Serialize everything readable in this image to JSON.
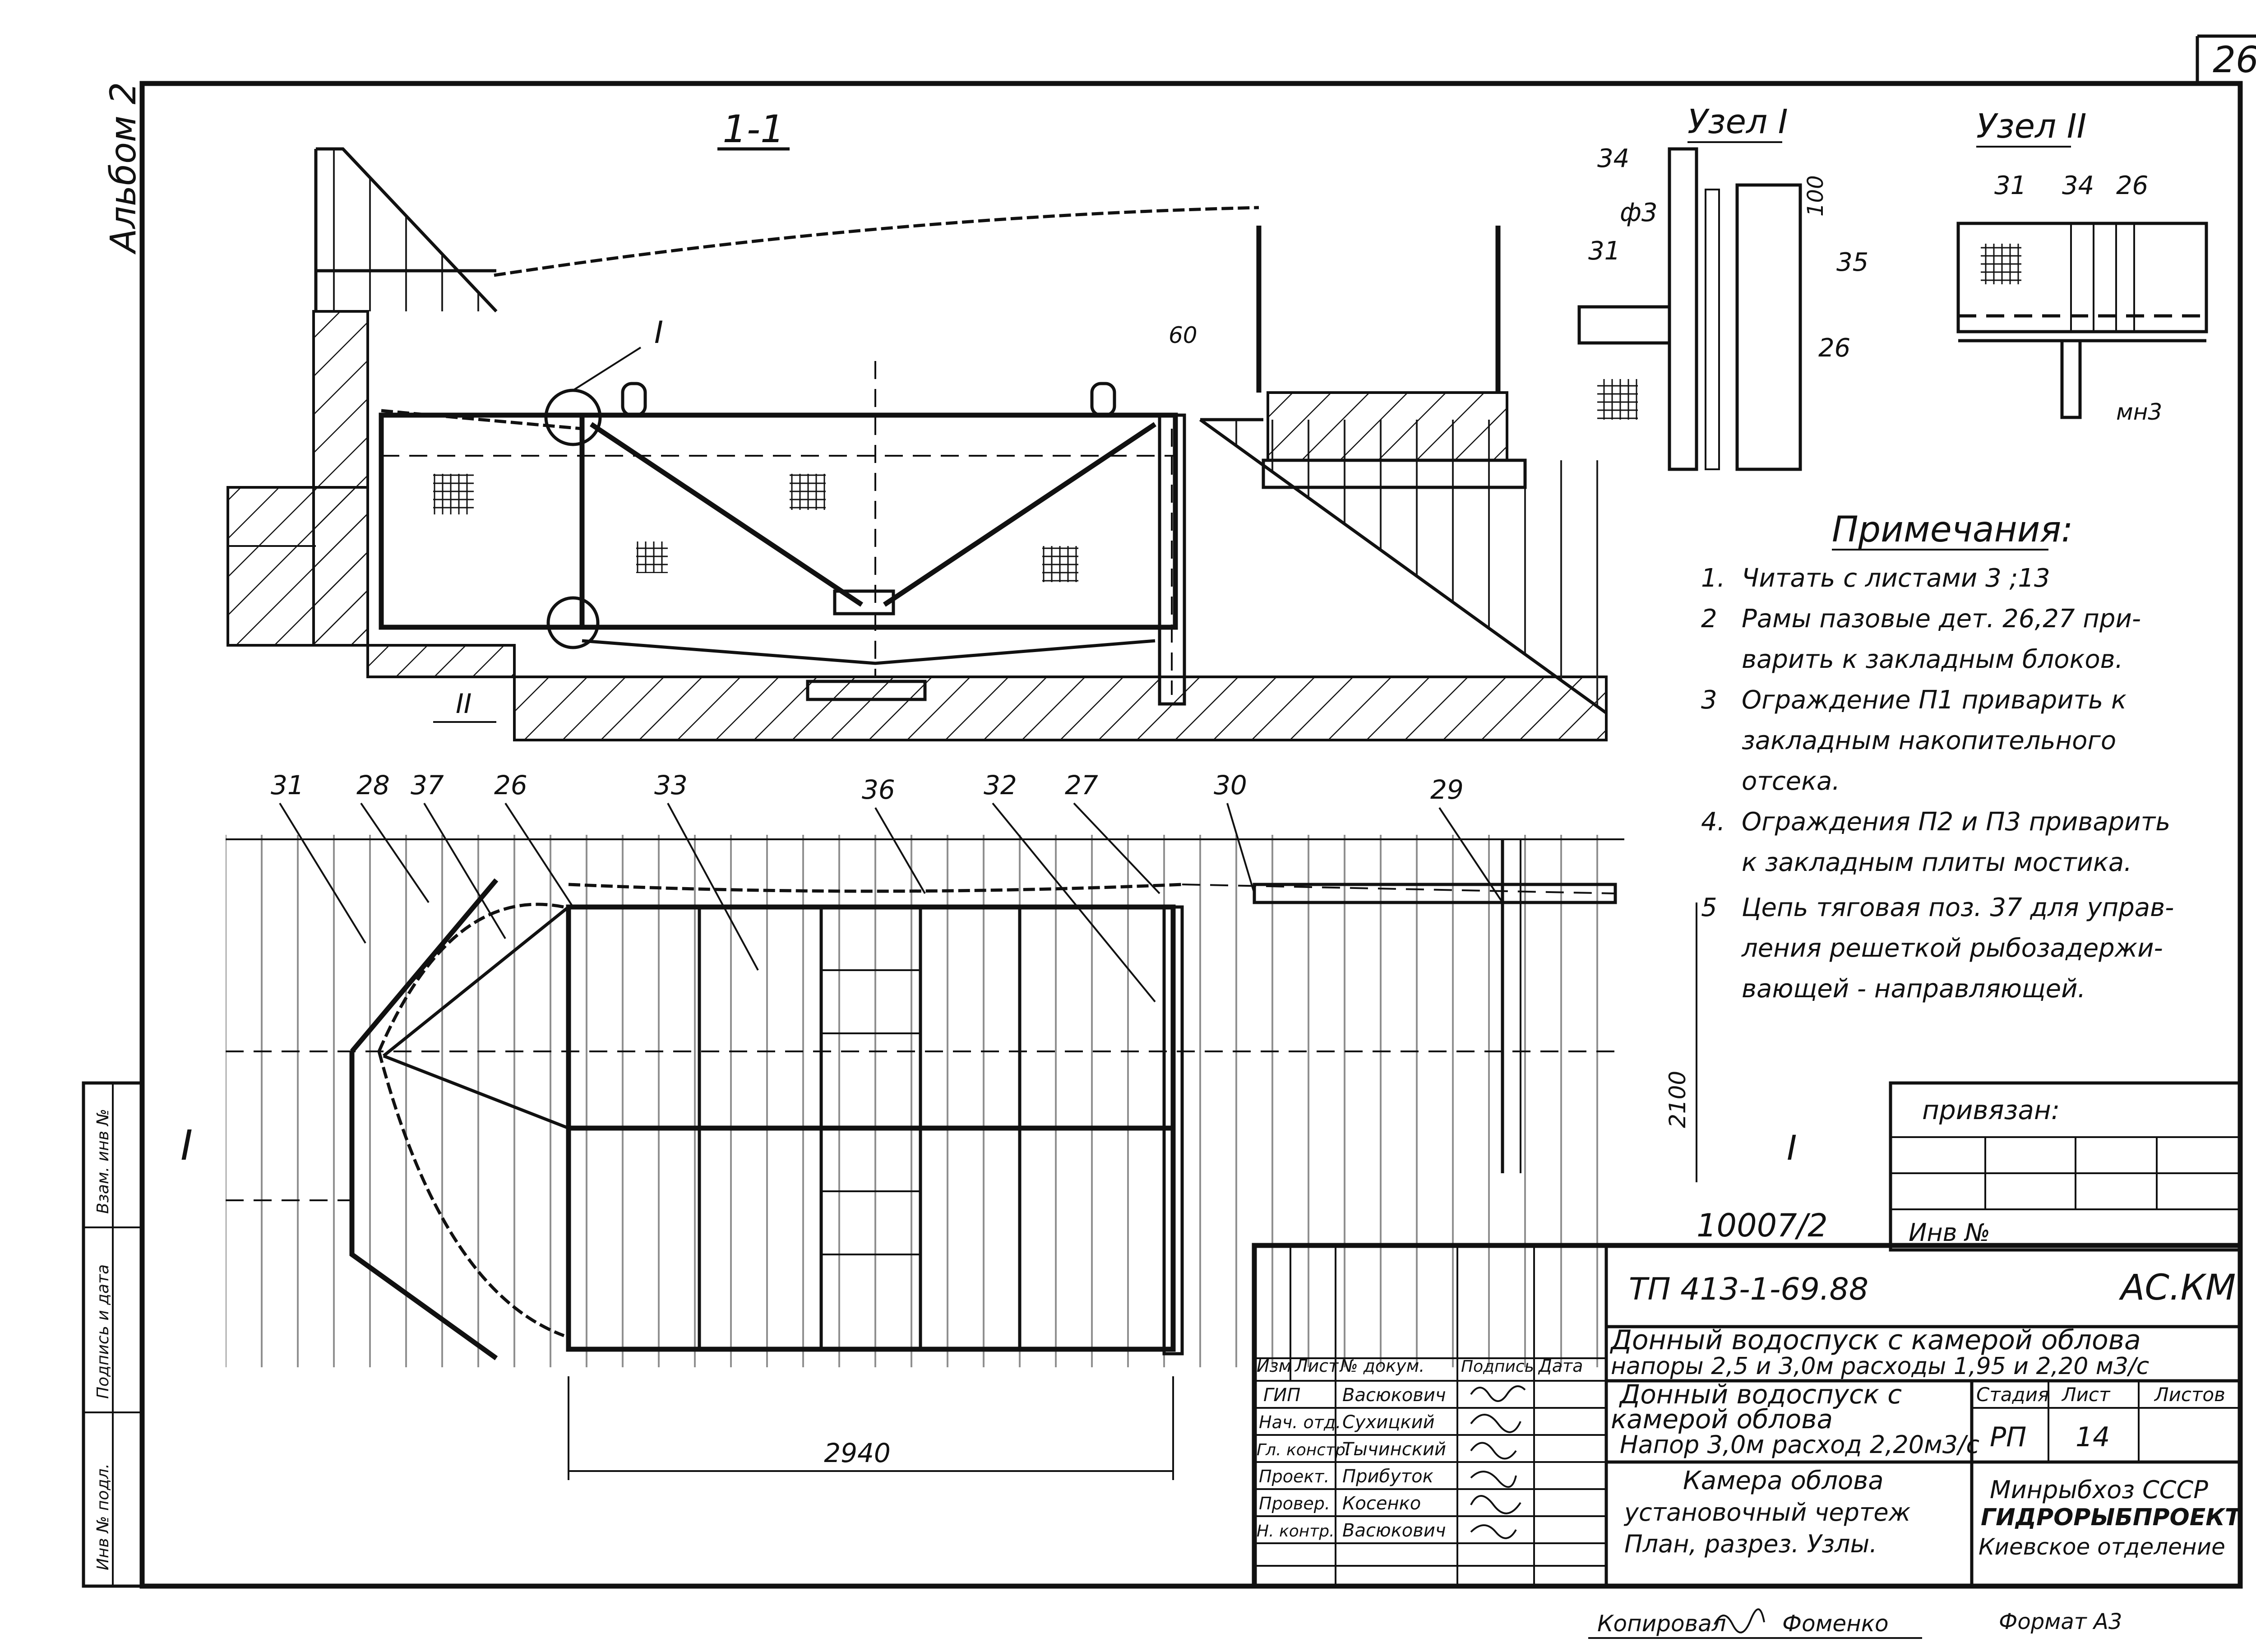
{
  "sheet_number": "26",
  "album_label": "Альбом 2",
  "section": {
    "title": "1-1",
    "cut_mark_1": "I",
    "cut_mark_2": "II",
    "dim_60": "60"
  },
  "node1": {
    "title": "Узел I",
    "callouts": [
      "34",
      "ф3",
      "31",
      "35",
      "26"
    ],
    "dim_100": "100"
  },
  "node2": {
    "title": "Узел II",
    "callouts": [
      "31",
      "34",
      "26",
      "мн3"
    ]
  },
  "notes": {
    "title": "Примечания:",
    "items": [
      {
        "num": "1.",
        "lines": [
          "Читать с листами 3 ;13"
        ]
      },
      {
        "num": "2",
        "lines": [
          "Рамы пазовые дет. 26,27 при-",
          "варить к закладным блоков."
        ]
      },
      {
        "num": "3",
        "lines": [
          "Ограждение П1 приварить к",
          "закладным накопительного",
          "отсека."
        ]
      },
      {
        "num": "4.",
        "lines": [
          "Ограждения П2 и П3 приварить",
          "к закладным плиты мостика."
        ]
      },
      {
        "num": "5",
        "lines": [
          "Цепь тяговая поз. 37 для управ-",
          "ления решеткой рыбозадержи-",
          "вающей - направляющей."
        ]
      }
    ]
  },
  "plan": {
    "callouts": [
      "31",
      "28",
      "37",
      "26",
      "33",
      "36",
      "32",
      "27",
      "30",
      "29"
    ],
    "dim_2940": "2940",
    "dim_2100": "2100",
    "cut_left": "I",
    "cut_right": "I"
  },
  "binding": {
    "label": "привязан:",
    "inv_label": "Инв №"
  },
  "doc_code": "10007/2",
  "left_strip": [
    "Взам. инв №",
    "Подпись и дата",
    "Инв № подл."
  ],
  "title_block": {
    "project_code": "ТП 413-1-69.88",
    "mark": "АС.КМ",
    "title_lines": [
      "Донный водоспуск с камерой облова",
      "напоры 2,5 и 3,0м расходы 1,95 и 2,20 м3/с"
    ],
    "sub_lines": [
      "Донный водоспуск с",
      "камерой облова",
      "Напор 3,0м расход 2,20м3/с"
    ],
    "drawing_lines": [
      "Камера облова",
      "установочный чертеж",
      "План, разрез. Узлы."
    ],
    "headers": [
      "Изм",
      "Лист",
      "№ докум.",
      "Подпись",
      "Дата"
    ],
    "signers": [
      {
        "role": "ГИП",
        "name": "Васюкович"
      },
      {
        "role": "Нач. отд.",
        "name": "Сухицкий"
      },
      {
        "role": "Гл. констр.",
        "name": "Тычинский"
      },
      {
        "role": "Проект.",
        "name": "Прибуток"
      },
      {
        "role": "Провер.",
        "name": "Косенко"
      },
      {
        "role": "Н. контр.",
        "name": "Васюкович"
      }
    ],
    "stage_header": "Стадия",
    "sheet_header": "Лист",
    "sheets_header": "Листов",
    "stage": "РП",
    "sheet": "14",
    "org_lines": [
      "Минрыбхоз СССР",
      "ГИДРОРЫБПРОЕКТ",
      "Киевское отделение"
    ]
  },
  "copied_by": "Копировал",
  "copier_name": "Фоменко",
  "format": "Формат А3"
}
